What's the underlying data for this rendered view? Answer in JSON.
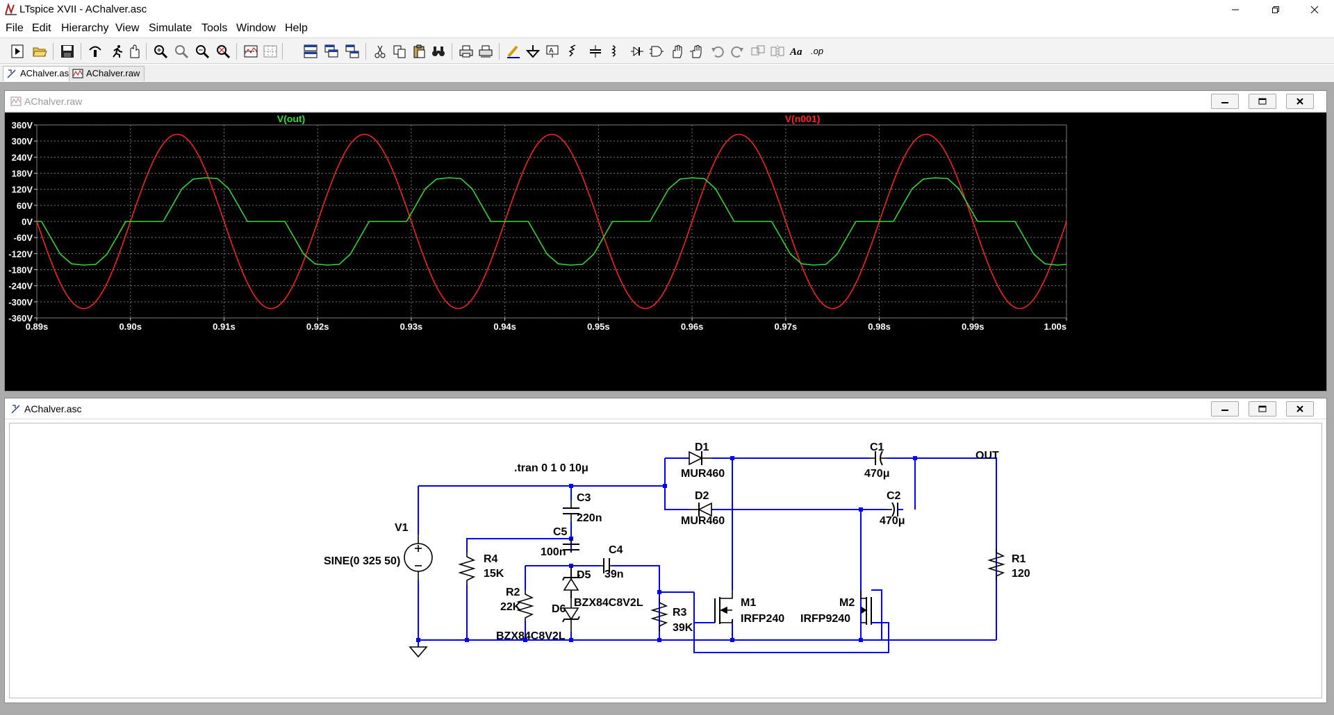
{
  "window": {
    "title": "LTspice XVII - AChalver.asc"
  },
  "menu": [
    "File",
    "Edit",
    "Hierarchy",
    "View",
    "Simulate",
    "Tools",
    "Window",
    "Help"
  ],
  "tabs": [
    {
      "label": "AChalver.asc",
      "active": true,
      "icon": "schematic-icon"
    },
    {
      "label": "AChalver.raw",
      "active": false,
      "icon": "waveform-icon"
    }
  ],
  "toolbar_icons": [
    "new-schematic-icon",
    "open-icon",
    "save-icon",
    "control-panel-icon",
    "run-icon",
    "halt-icon",
    "zoom-in-icon",
    "zoom-pan-icon",
    "zoom-out-icon",
    "zoom-fit-icon",
    "autorange-icon",
    "grid-icon",
    "tile-horizontal-icon",
    "cascade-icon",
    "tile-vertical-icon",
    "cut-icon",
    "copy-icon",
    "paste-icon",
    "find-icon",
    "print-icon",
    "print-setup-icon",
    "draw-wire-icon",
    "ground-icon",
    "label-net-icon",
    "resistor-icon",
    "capacitor-icon",
    "inductor-icon",
    "diode-icon",
    "component-icon",
    "move-icon",
    "drag-icon",
    "undo-icon",
    "redo-icon",
    "rotate-icon",
    "mirror-icon",
    "text-icon",
    "spice-directive-icon"
  ],
  "waveform": {
    "caption": "AChalver.raw",
    "traces": [
      {
        "name": "V(out)",
        "color": "#33dd33"
      },
      {
        "name": "V(n001)",
        "color": "#ff2222"
      }
    ]
  },
  "chart_data": {
    "type": "line",
    "x_unit": "s",
    "xlim": [
      0.89,
      1.0
    ],
    "ylim": [
      -360,
      360
    ],
    "x_ticks": [
      "0.89s",
      "0.90s",
      "0.91s",
      "0.92s",
      "0.93s",
      "0.94s",
      "0.95s",
      "0.96s",
      "0.97s",
      "0.98s",
      "0.99s",
      "1.00s"
    ],
    "y_ticks": [
      "360V",
      "300V",
      "240V",
      "180V",
      "120V",
      "60V",
      "0V",
      "-60V",
      "-120V",
      "-180V",
      "-240V",
      "-300V",
      "-360V"
    ],
    "grid": true,
    "background": "#000000",
    "series": [
      {
        "name": "V(n001)",
        "color": "#ff2222",
        "function": "325*sin(2*pi*50*t)",
        "amplitude": 325,
        "frequency_hz": 50
      },
      {
        "name": "V(out)",
        "color": "#33dd33",
        "points": [
          [
            0.89,
            0
          ],
          [
            0.8905,
            0
          ],
          [
            0.8925,
            -122
          ],
          [
            0.8937,
            -158
          ],
          [
            0.895,
            -163
          ],
          [
            0.8963,
            -160
          ],
          [
            0.8975,
            -122
          ],
          [
            0.8995,
            0
          ],
          [
            0.9035,
            0
          ],
          [
            0.9055,
            122
          ],
          [
            0.9067,
            158
          ],
          [
            0.908,
            163
          ],
          [
            0.9093,
            160
          ],
          [
            0.9105,
            122
          ],
          [
            0.9125,
            0
          ],
          [
            0.9165,
            0
          ],
          [
            0.9185,
            -122
          ],
          [
            0.9197,
            -158
          ],
          [
            0.921,
            -163
          ],
          [
            0.9223,
            -160
          ],
          [
            0.9235,
            -122
          ],
          [
            0.9255,
            0
          ],
          [
            0.9295,
            0
          ],
          [
            0.9315,
            122
          ],
          [
            0.9327,
            158
          ],
          [
            0.934,
            163
          ],
          [
            0.9353,
            160
          ],
          [
            0.9365,
            122
          ],
          [
            0.9385,
            0
          ],
          [
            0.9425,
            0
          ],
          [
            0.9445,
            -122
          ],
          [
            0.9457,
            -158
          ],
          [
            0.947,
            -163
          ],
          [
            0.9483,
            -160
          ],
          [
            0.9495,
            -122
          ],
          [
            0.9515,
            0
          ],
          [
            0.9555,
            0
          ],
          [
            0.9575,
            122
          ],
          [
            0.9587,
            158
          ],
          [
            0.96,
            163
          ],
          [
            0.9613,
            160
          ],
          [
            0.9625,
            122
          ],
          [
            0.9645,
            0
          ],
          [
            0.9685,
            0
          ],
          [
            0.9705,
            -122
          ],
          [
            0.9717,
            -158
          ],
          [
            0.973,
            -163
          ],
          [
            0.9743,
            -160
          ],
          [
            0.9755,
            -122
          ],
          [
            0.9775,
            0
          ],
          [
            0.9815,
            0
          ],
          [
            0.9835,
            122
          ],
          [
            0.9847,
            158
          ],
          [
            0.986,
            163
          ],
          [
            0.9873,
            160
          ],
          [
            0.9885,
            122
          ],
          [
            0.9905,
            0
          ],
          [
            0.9945,
            0
          ],
          [
            0.9965,
            -122
          ],
          [
            0.9977,
            -158
          ],
          [
            0.999,
            -163
          ],
          [
            1.0,
            -160
          ]
        ]
      }
    ]
  },
  "schematic": {
    "caption": "AChalver.asc",
    "directive": ".tran 0 1 0 10μ",
    "net_labels": {
      "out": "OUT"
    },
    "components": {
      "V1": {
        "ref": "V1",
        "value": "SINE(0 325 50)"
      },
      "D1": {
        "ref": "D1",
        "value": "MUR460"
      },
      "D2": {
        "ref": "D2",
        "value": "MUR460"
      },
      "C1": {
        "ref": "C1",
        "value": "470μ"
      },
      "C2": {
        "ref": "C2",
        "value": "470μ"
      },
      "C3": {
        "ref": "C3",
        "value": "220n"
      },
      "C5": {
        "ref": "C5",
        "value": "100n"
      },
      "C4": {
        "ref": "C4",
        "value": "39n"
      },
      "R4": {
        "ref": "R4",
        "value": "15K"
      },
      "R2": {
        "ref": "R2",
        "value": "22K"
      },
      "R3": {
        "ref": "R3",
        "value": "39K"
      },
      "R1": {
        "ref": "R1",
        "value": "120"
      },
      "D5": {
        "ref": "D5",
        "value": "BZX84C8V2L"
      },
      "D6": {
        "ref": "D6",
        "value": "BZX84C8V2L"
      },
      "M1": {
        "ref": "M1",
        "value": "IRFP240"
      },
      "M2": {
        "ref": "M2",
        "value": "IRFP9240"
      }
    },
    "wire_color": "#0000ff",
    "component_color": "#000000"
  }
}
